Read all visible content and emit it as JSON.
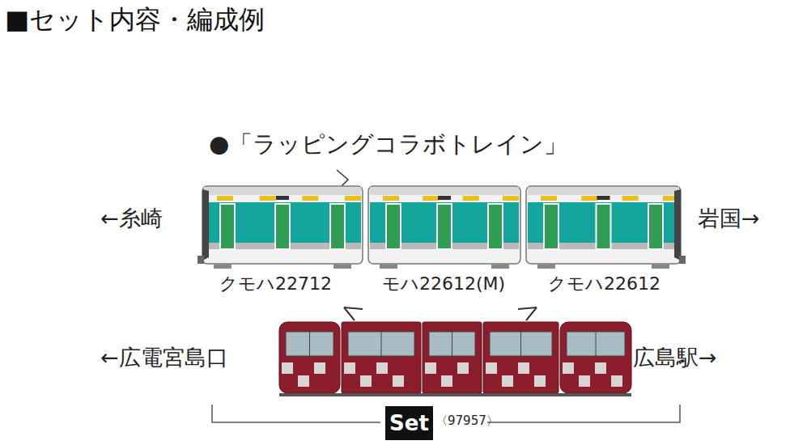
{
  "diagram": {
    "title": "■セット内容・編成例",
    "nodes": [
      {
        "text": [
          "Set"
        ]
      }
    ],
    "labels": [
      "●「ラッピングコラボトレイン」",
      "←糸崎",
      "岩国→",
      "クモハ22712",
      "モハ22612(M)",
      "クモハ22612",
      "←広電宮島口",
      "広島駅→",
      "〈97957〉"
    ]
  }
}
